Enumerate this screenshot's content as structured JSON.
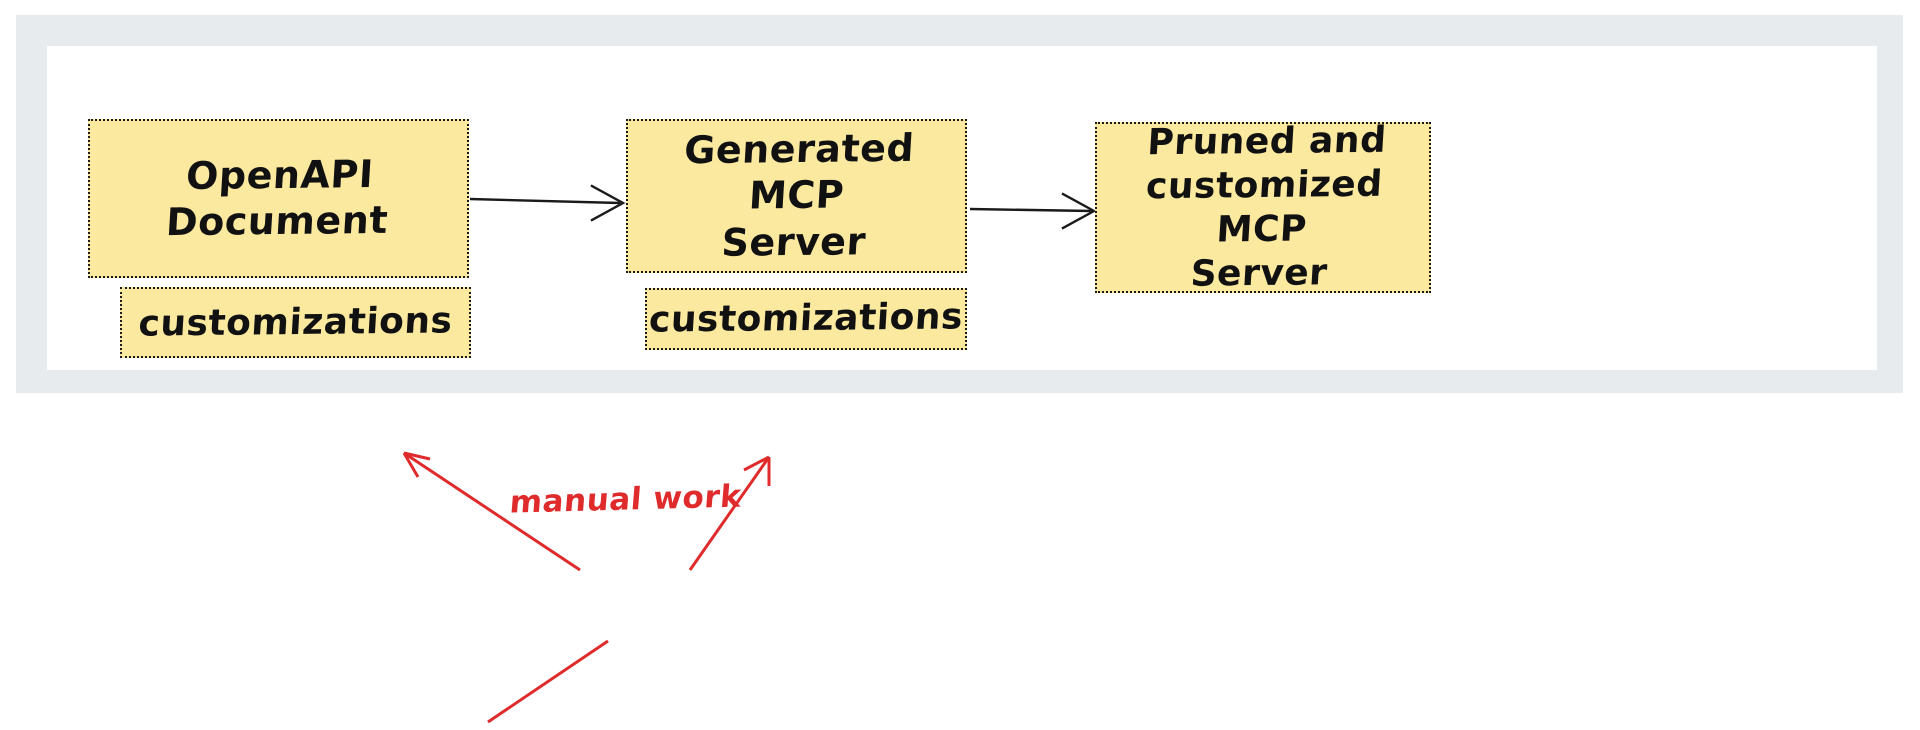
{
  "diagram": {
    "title_visible": false,
    "colors": {
      "node_fill": "#fbe9a0",
      "node_border": "#1a1a1a",
      "frame": "#e8ebee",
      "canvas": "#ffffff",
      "arrow": "#1a1a1a",
      "annotation": "#df2b2b"
    },
    "nodes": [
      {
        "id": "openapi",
        "label": "OpenAPI\nDocument",
        "line1": "OpenAPI",
        "line2": "Document",
        "line3": ""
      },
      {
        "id": "cust1",
        "label": "customizations",
        "line1": "customizations",
        "line2": "",
        "line3": ""
      },
      {
        "id": "genmcp",
        "label": "Generated MCP\nServer",
        "line1": "Generated MCP",
        "line2": "Server",
        "line3": ""
      },
      {
        "id": "cust2",
        "label": "customizations",
        "line1": "customizations",
        "line2": "",
        "line3": ""
      },
      {
        "id": "pruned",
        "label": "Pruned and customized MCP Server",
        "line1": "Pruned and",
        "line2": "customized MCP",
        "line3": "Server"
      }
    ],
    "edges": [
      {
        "id": "edge-openapi-to-genmcp",
        "from": "openapi",
        "to": "genmcp",
        "label": "",
        "style": "solid-arrow",
        "color": "#1a1a1a"
      },
      {
        "id": "edge-genmcp-to-pruned",
        "from": "genmcp",
        "to": "pruned",
        "label": "",
        "style": "solid-arrow",
        "color": "#1a1a1a"
      }
    ],
    "annotations": [
      {
        "id": "manual-work",
        "text": "manual work",
        "color": "#df2b2b",
        "points_to": [
          "cust1",
          "cust2"
        ]
      }
    ]
  }
}
